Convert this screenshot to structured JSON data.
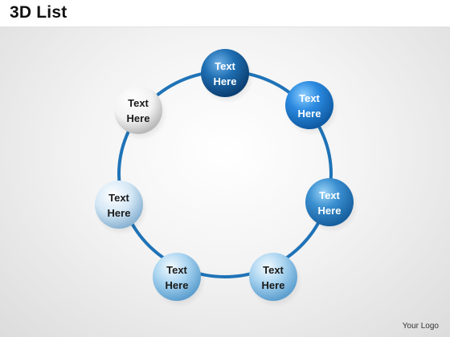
{
  "title": "3D List",
  "nodes": [
    {
      "line1": "Text",
      "line2": "Here",
      "style": "dark"
    },
    {
      "line1": "Text",
      "line2": "Here",
      "style": "blue"
    },
    {
      "line1": "Text",
      "line2": "Here",
      "style": "mid"
    },
    {
      "line1": "Text",
      "line2": "Here",
      "style": "light"
    },
    {
      "line1": "Text",
      "line2": "Here",
      "style": "light"
    },
    {
      "line1": "Text",
      "line2": "Here",
      "style": "pale"
    },
    {
      "line1": "Text",
      "line2": "Here",
      "style": "white"
    }
  ],
  "colors": {
    "ring": "#1f73b7",
    "dark_text": "#ffffff",
    "light_text": "#1a1a1a"
  },
  "logo": "Your Logo"
}
